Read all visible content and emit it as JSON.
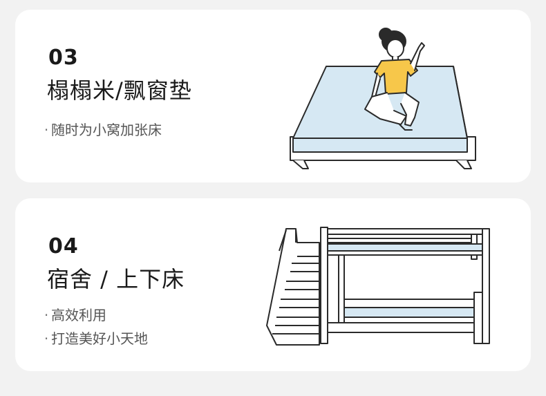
{
  "cards": [
    {
      "number": "03",
      "title": "榻榻米/飘窗垫",
      "bullets": [
        "随时为小窝加张床"
      ]
    },
    {
      "number": "04",
      "title": "宿舍 / 上下床",
      "bullets": [
        "高效利用",
        "打造美好小天地"
      ]
    }
  ],
  "colors": {
    "background": "#f2f2f2",
    "card": "#ffffff",
    "mattress": "#d6e8f3",
    "shirt": "#f7c74a",
    "outline": "#2a2a2a"
  },
  "icons": [
    "tatami-bed-girl-illustration",
    "bunk-bed-stairs-illustration"
  ]
}
